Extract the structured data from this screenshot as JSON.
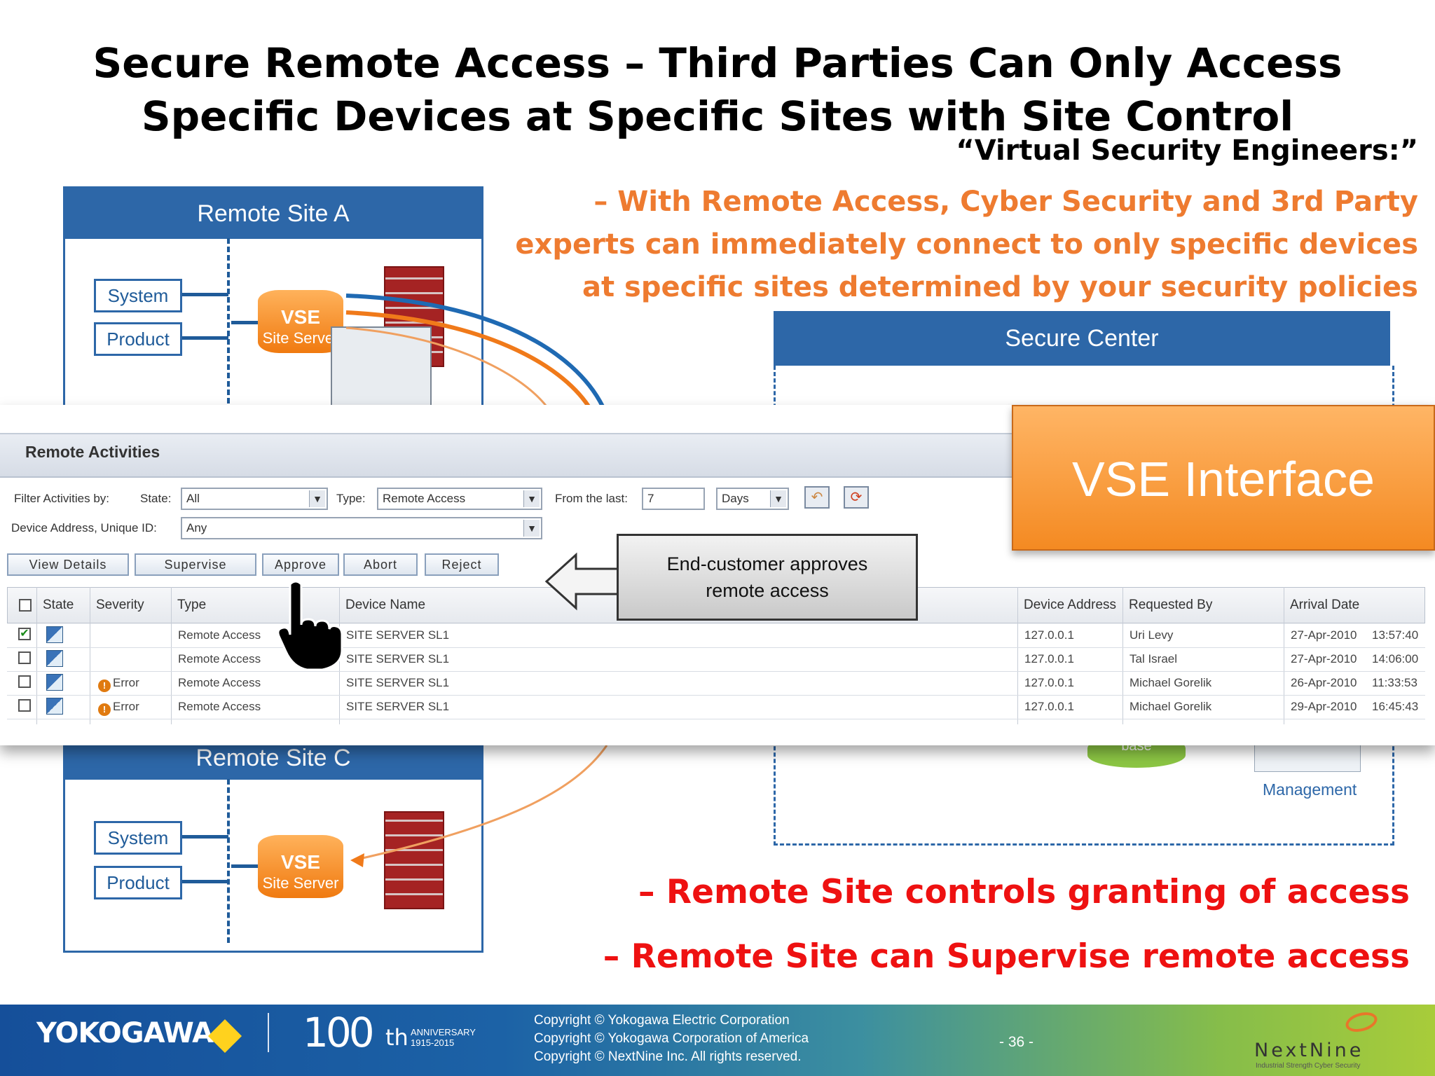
{
  "slide": {
    "title_lines": [
      "Secure Remote Access – Third Parties Can Only Access",
      "Specific Devices at Specific Sites with Site Control"
    ],
    "vse_heading": "“Virtual Security Engineers:”",
    "orange_lines": [
      "– With Remote Access, Cyber Security and 3rd Party",
      "experts can immediately connect to only specific devices",
      "at specific sites determined by your security policies"
    ],
    "remote_site_a": "Remote Site A",
    "remote_site_c": "Remote Site C",
    "system_label": "System",
    "product_label": "Product",
    "vse_cyl_title": "VSE",
    "vse_cyl_sub": "Site Server",
    "secure_center": "Secure Center",
    "management": "Management",
    "base_label": "base",
    "red_points": [
      "– Remote Site controls granting of access",
      "– Remote Site can Supervise remote access"
    ],
    "callout": [
      "End-customer approves",
      "remote access"
    ],
    "vse_badge": "VSE Interface"
  },
  "panel": {
    "title": "Remote Activities",
    "filter_label": "Filter Activities by:",
    "state_label": "State:",
    "state_value": "All",
    "type_label": "Type:",
    "type_value": "Remote Access",
    "from_label": "From the last:",
    "from_value": "7",
    "unit_value": "Days",
    "device_label": "Device Address, Unique ID:",
    "device_value": "Any",
    "buttons": [
      "View Details",
      "Supervise",
      "Approve",
      "Abort",
      "Reject"
    ],
    "columns": [
      "State",
      "Severity",
      "Type",
      "Device Name",
      "Device Address",
      "Requested By",
      "Arrival Date"
    ],
    "rows": [
      {
        "checked": "✔",
        "severity": "",
        "type": "Remote Access",
        "device": "SITE SERVER SL1",
        "address": "127.0.0.1",
        "requested_by": "Uri Levy",
        "date": "27-Apr-2010",
        "time": "13:57:40"
      },
      {
        "checked": "",
        "severity": "",
        "type": "Remote Access",
        "device": "SITE SERVER SL1",
        "address": "127.0.0.1",
        "requested_by": "Tal Israel",
        "date": "27-Apr-2010",
        "time": "14:06:00"
      },
      {
        "checked": "",
        "severity": "Error",
        "type": "Remote Access",
        "device": "SITE SERVER SL1",
        "address": "127.0.0.1",
        "requested_by": "Michael Gorelik",
        "date": "26-Apr-2010",
        "time": "11:33:53"
      },
      {
        "checked": "",
        "severity": "Error",
        "type": "Remote Access",
        "device": "SITE SERVER SL1",
        "address": "127.0.0.1",
        "requested_by": "Michael Gorelik",
        "date": "29-Apr-2010",
        "time": "16:45:43"
      }
    ]
  },
  "footer": {
    "brand": "YOKOGAWA",
    "anniv_num": "100",
    "anniv_th": "th",
    "anniv_text": [
      "ANNIVERSARY",
      "1915-2015"
    ],
    "copyright": [
      "Copyright © Yokogawa Electric Corporation",
      "Copyright © Yokogawa Corporation of America",
      "Copyright © NextNine Inc.  All rights reserved."
    ],
    "page": "- 36 -",
    "nextnine": "NextNine",
    "nextnine_tag": "Industrial Strength Cyber Security"
  },
  "colors": {
    "accent_blue": "#2d67a8",
    "orange": "#ee7b30",
    "red": "#ee1111"
  }
}
